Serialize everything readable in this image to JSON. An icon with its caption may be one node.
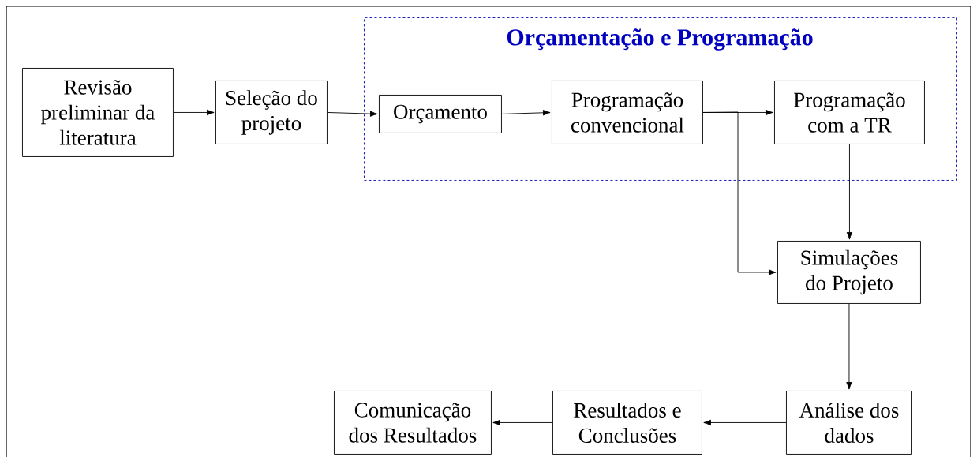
{
  "diagram": {
    "nodes": [
      {
        "text": [
          "Revisão preliminar da literatura"
        ]
      },
      {
        "text": [
          "Seleção do projeto"
        ]
      },
      {
        "text": [
          "Orçamentação e Programação"
        ]
      },
      {
        "text": [
          "Orçamento"
        ],
        "in": 2
      },
      {
        "text": [
          "Programação convencional"
        ],
        "in": 2
      },
      {
        "text": [
          "Programação com a TR"
        ],
        "in": 2
      },
      {
        "text": [
          "Simulações do Projeto"
        ]
      },
      {
        "text": [
          "Análise dos dados"
        ]
      },
      {
        "text": [
          "Resultados e Conclusões"
        ]
      },
      {
        "text": [
          "Comunicação dos Resultados"
        ]
      }
    ],
    "edges": [
      {
        "from": 0,
        "to": 1,
        "arrow": "to"
      },
      {
        "from": 1,
        "to": 3,
        "arrow": "to"
      },
      {
        "from": 3,
        "to": 4,
        "arrow": "to"
      },
      {
        "from": 4,
        "to": 5,
        "arrow": "to"
      },
      {
        "from": 4,
        "to": 6,
        "arrow": "to"
      },
      {
        "from": 5,
        "to": 6,
        "arrow": "to"
      },
      {
        "from": 6,
        "to": 7,
        "arrow": "to"
      },
      {
        "from": 7,
        "to": 8,
        "arrow": "to"
      },
      {
        "from": 8,
        "to": 9,
        "arrow": "to"
      }
    ]
  }
}
